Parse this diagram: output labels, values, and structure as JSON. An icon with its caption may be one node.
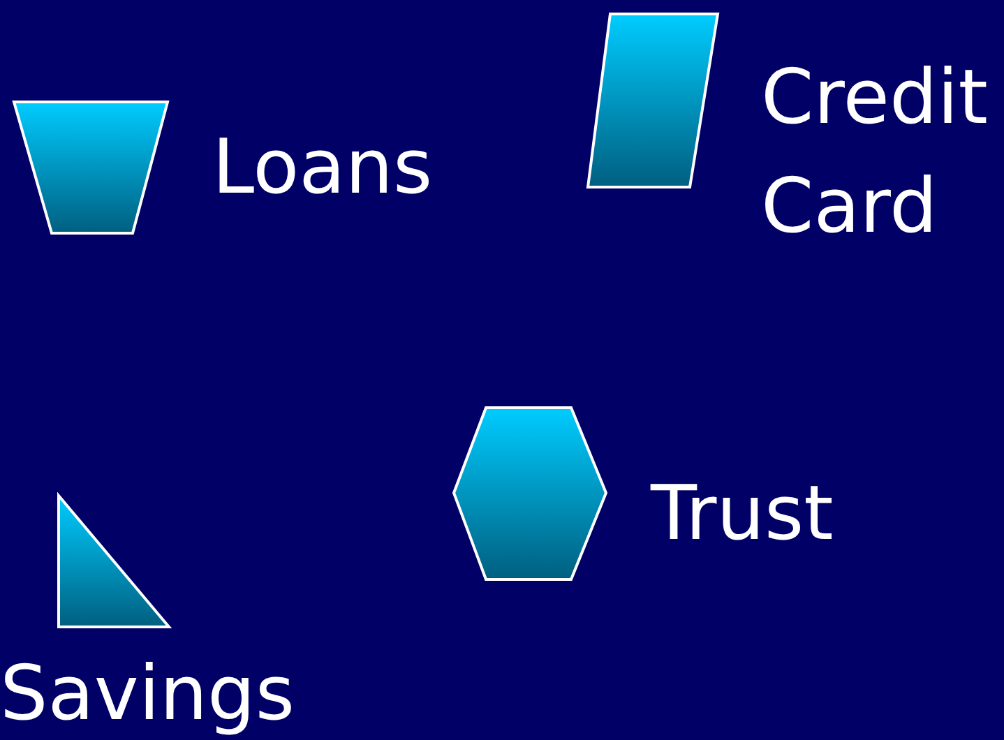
{
  "diagram": {
    "nodes": [
      {
        "text": [
          "Loans"
        ]
      },
      {
        "text": [
          "Credit Card"
        ]
      },
      {
        "text": [
          "Savings"
        ]
      },
      {
        "text": [
          "Trust"
        ]
      }
    ]
  }
}
